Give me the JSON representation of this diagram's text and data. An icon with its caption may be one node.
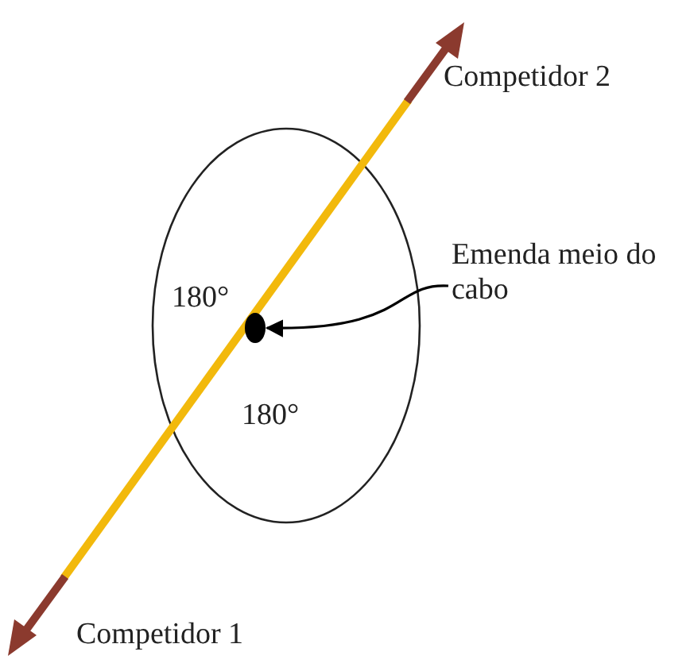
{
  "diagram": {
    "nodes": [
      {
        "text": [
          "Emenda meio do cabo"
        ]
      },
      {
        "text": [],
        "shape": "circle"
      }
    ],
    "edges": [
      {
        "from": 0,
        "to": 1,
        "arrow": "to"
      }
    ],
    "labels": [
      "Competidor 2",
      "180°",
      "180°",
      "Competidor 1"
    ]
  }
}
